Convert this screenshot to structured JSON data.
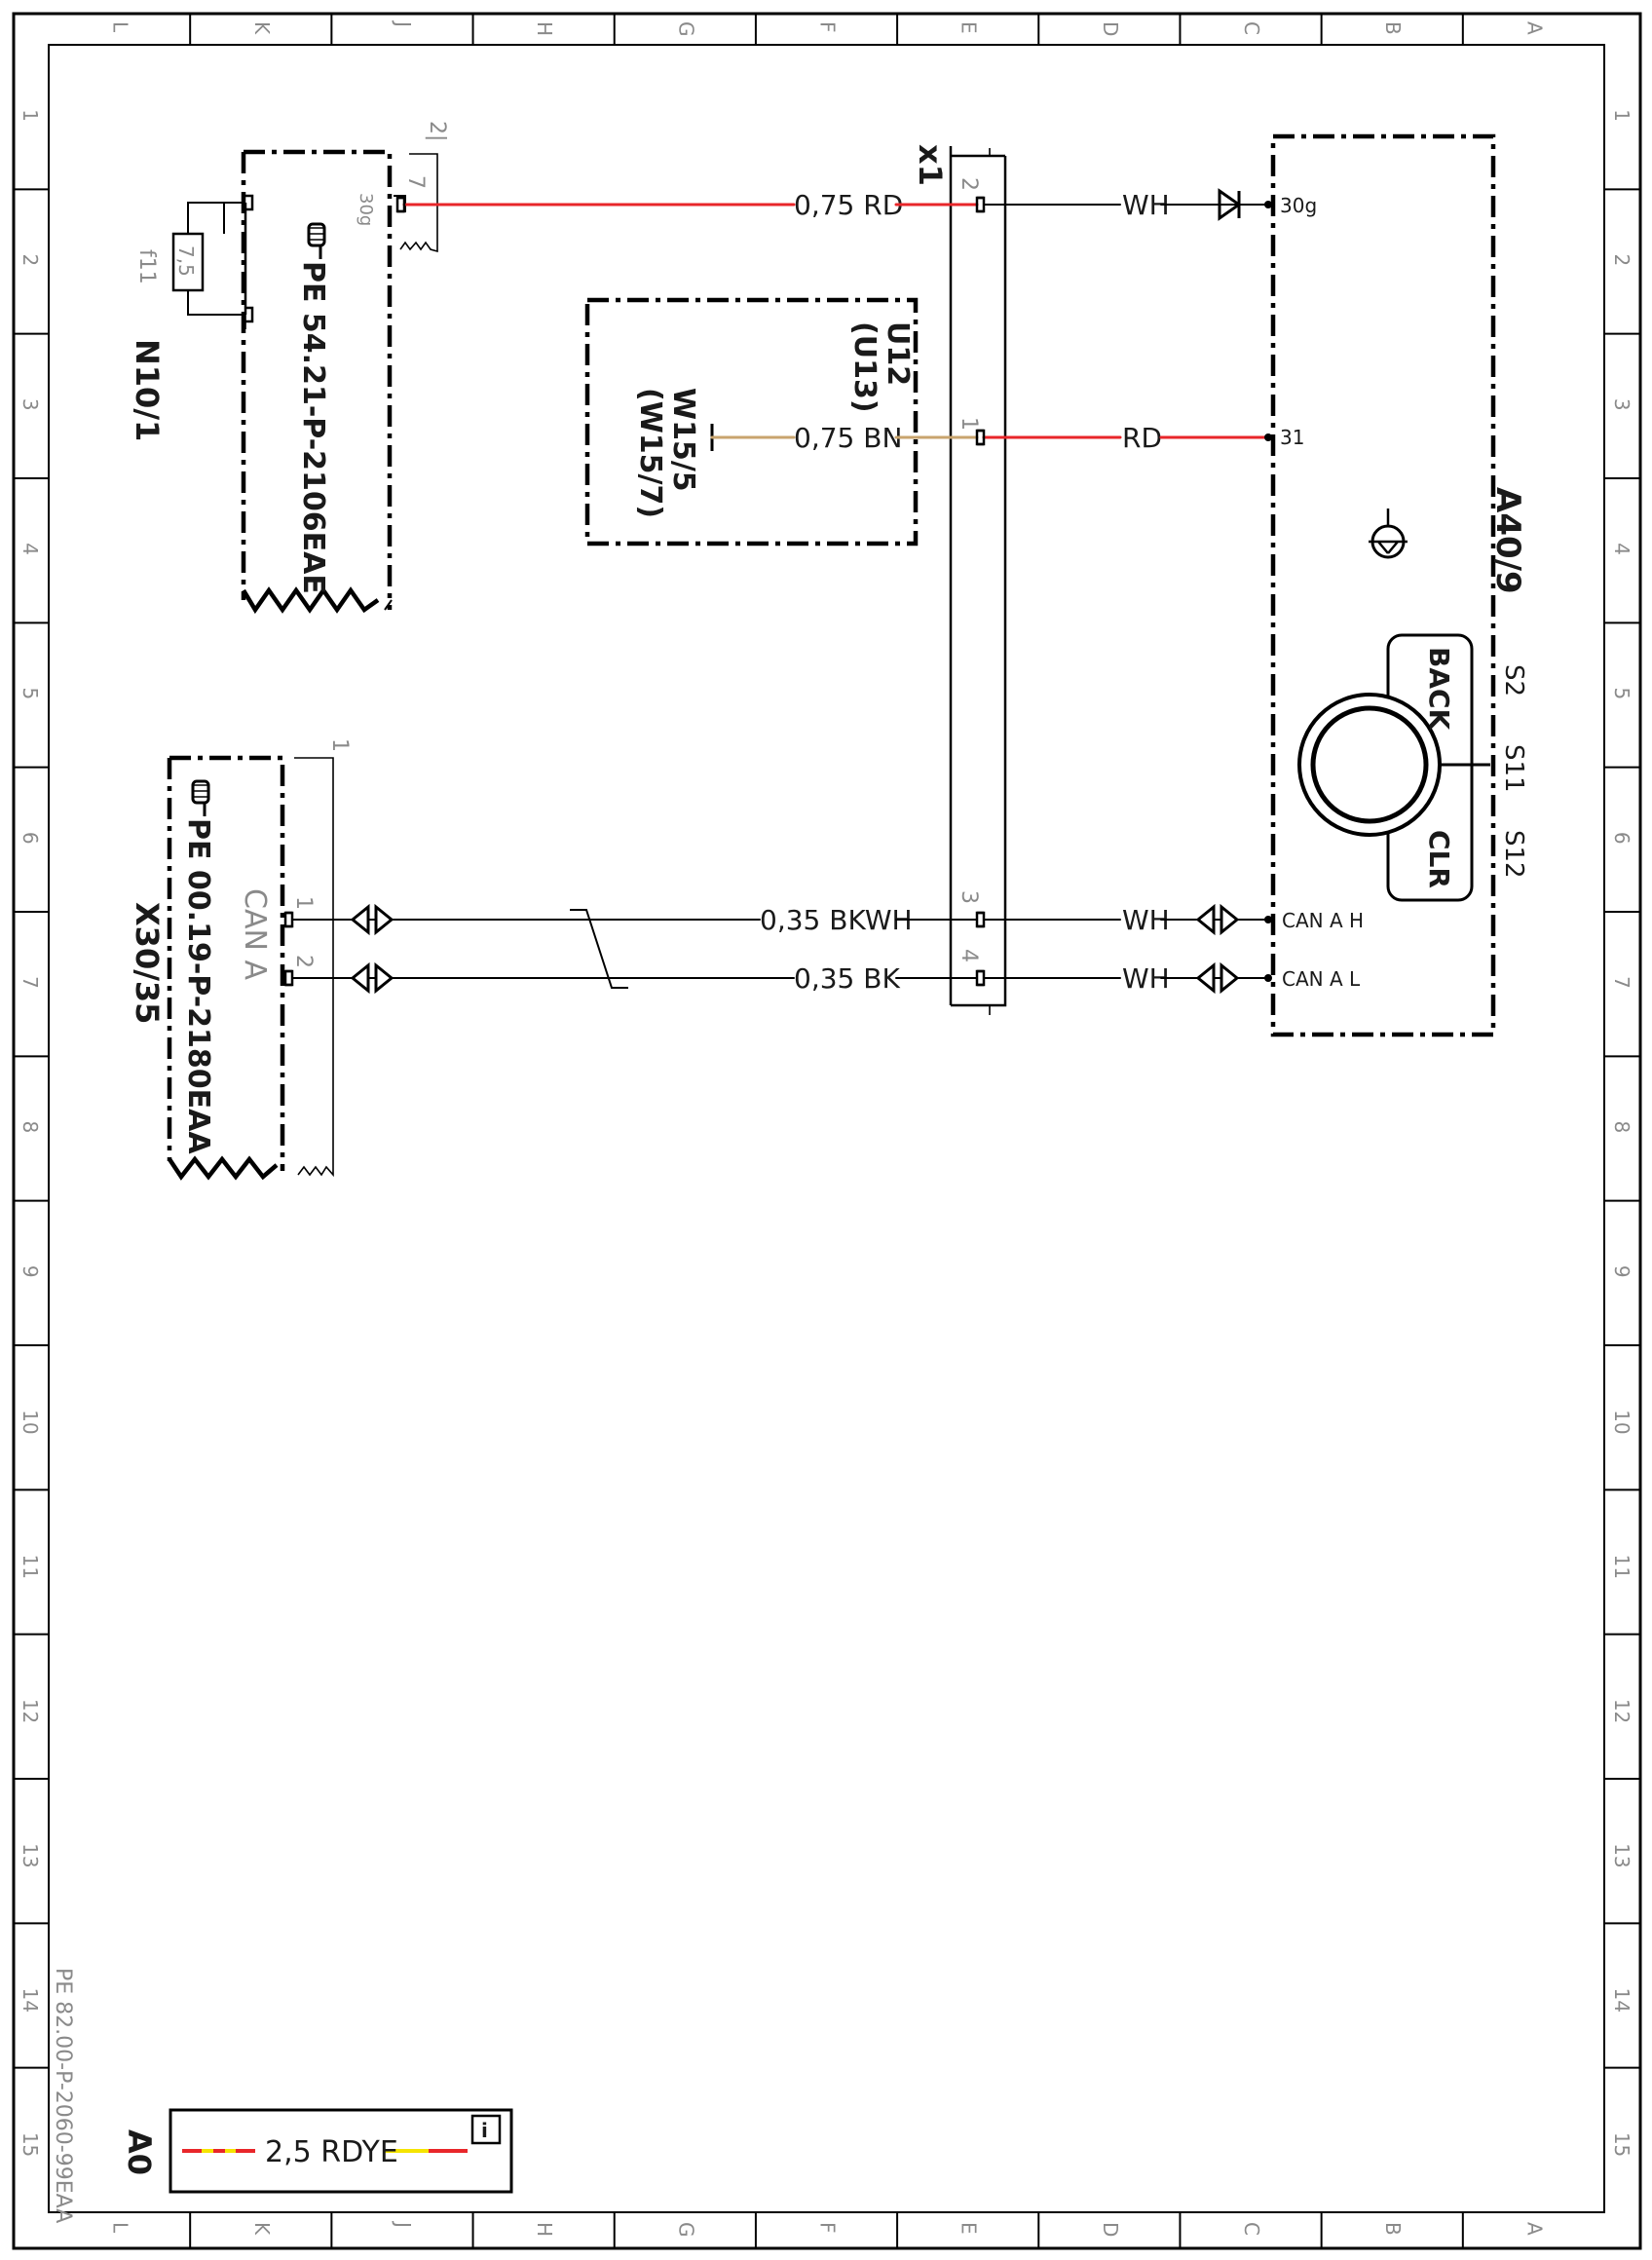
{
  "grid": {
    "columns": [
      "L",
      "K",
      "J",
      "H",
      "G",
      "F",
      "E",
      "D",
      "C",
      "B",
      "A"
    ],
    "rows": [
      "1",
      "2",
      "3",
      "4",
      "5",
      "6",
      "7",
      "8",
      "9",
      "10",
      "11",
      "12",
      "13",
      "14",
      "15"
    ]
  },
  "document_code": "PE 82.00-P-2060-99EAA",
  "sheet_size": "A0",
  "legend": {
    "wire_label": "2,5 RDYE",
    "info_icon": "info-icon"
  },
  "components": {
    "n10_1": {
      "label": "N10/1",
      "ref": "PE 54.21-P-2106EAE",
      "page_ref": "2|",
      "pins": {
        "p7": "7",
        "p30g": "30g"
      },
      "icon": "pointing-hand-icon"
    },
    "f11": {
      "label": "f11",
      "value": "7,5"
    },
    "u12": {
      "label": "U12",
      "alt": "(U13)"
    },
    "w15_5": {
      "label": "W15/5",
      "alt": "(W15/7)"
    },
    "x1": {
      "label": "x1",
      "pins": [
        "2",
        "1",
        "3",
        "4"
      ]
    },
    "a40_9": {
      "label": "A40/9",
      "pins": {
        "p30g": "30g",
        "p31": "31",
        "can_h": "CAN A H",
        "can_l": "CAN A L"
      },
      "switches": [
        "S2",
        "S11",
        "S12"
      ],
      "knob_labels": [
        "BACK",
        "CLR"
      ],
      "icon": "ground-transistor-icon"
    },
    "x30_35": {
      "label": "X30/35",
      "ref": "PE 00.19-P-2180EAA",
      "bus": "CAN A",
      "page_ref": "1",
      "pins": [
        "1",
        "2"
      ],
      "icon": "pointing-hand-icon"
    }
  },
  "wires": {
    "w1": {
      "label": "0,75 RD",
      "color": "#e8262a"
    },
    "w1b": {
      "label": "WH",
      "color": "#000000"
    },
    "w2": {
      "label": "0,75 BN",
      "color": "#c8a46e"
    },
    "w2b": {
      "label": "RD",
      "color": "#e8262a"
    },
    "w3": {
      "label": "0,35 BKWH",
      "color": "#000000"
    },
    "w3b": {
      "label": "WH",
      "color": "#000000"
    },
    "w4": {
      "label": "0,35 BK",
      "color": "#000000"
    },
    "w4b": {
      "label": "WH",
      "color": "#000000"
    }
  },
  "colors": {
    "red": "#e8262a",
    "yellow": "#f5e400",
    "brown": "#c8a46e",
    "line": "#000000",
    "gray_text": "#8a8a8a"
  }
}
